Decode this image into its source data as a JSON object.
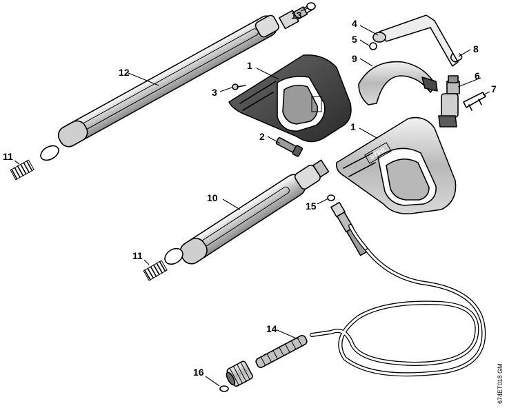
{
  "diagram": {
    "drawing_code": "674ET018 GM",
    "brand_mark": "STIHL",
    "callouts": {
      "c1a": "1",
      "c1b": "1",
      "c2": "2",
      "c3": "3",
      "c4": "4",
      "c5": "5",
      "c6": "6",
      "c7": "7",
      "c8": "8",
      "c9": "9",
      "c10": "10",
      "c11a": "11",
      "c11b": "11",
      "c12": "12",
      "c13": "13",
      "c14": "14",
      "c15": "15",
      "c16": "16"
    }
  }
}
